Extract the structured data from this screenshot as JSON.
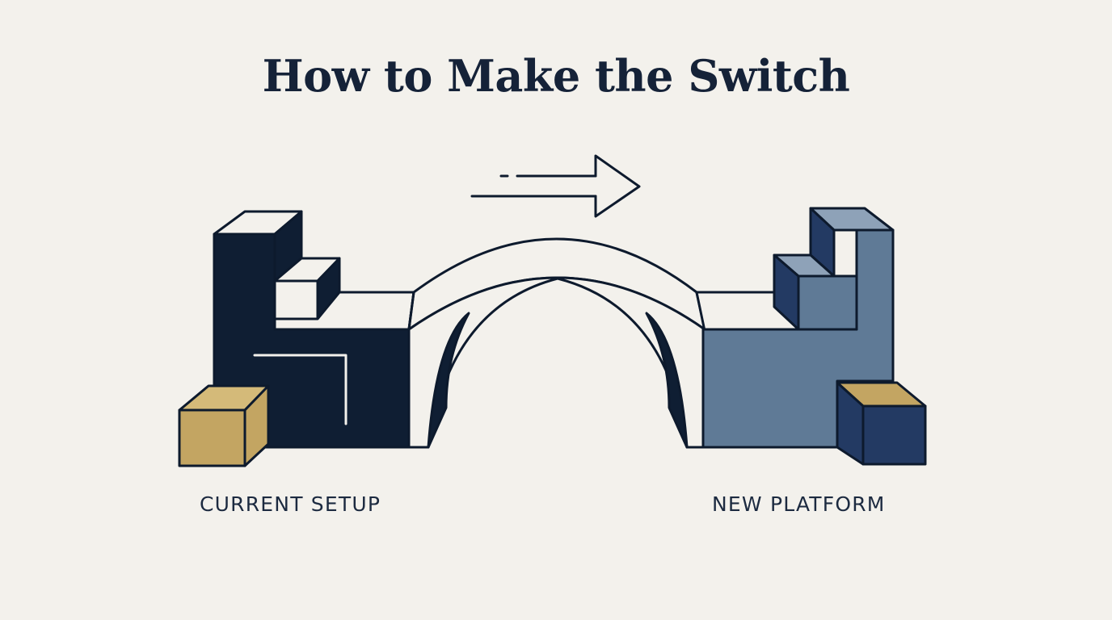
{
  "title": "How to Make the Switch",
  "labels": {
    "current": "CURRENT SETUP",
    "new": "NEW PLATFORM"
  },
  "colors": {
    "background": "#f3f1ec",
    "ink": "#152238",
    "current_block": "#0f1e33",
    "new_block": "#5f7a96",
    "new_block_light": "#8ea2b8",
    "new_block_dark": "#233a63",
    "crate": "#c3a562"
  },
  "icons": [
    "arrow-right-icon"
  ]
}
